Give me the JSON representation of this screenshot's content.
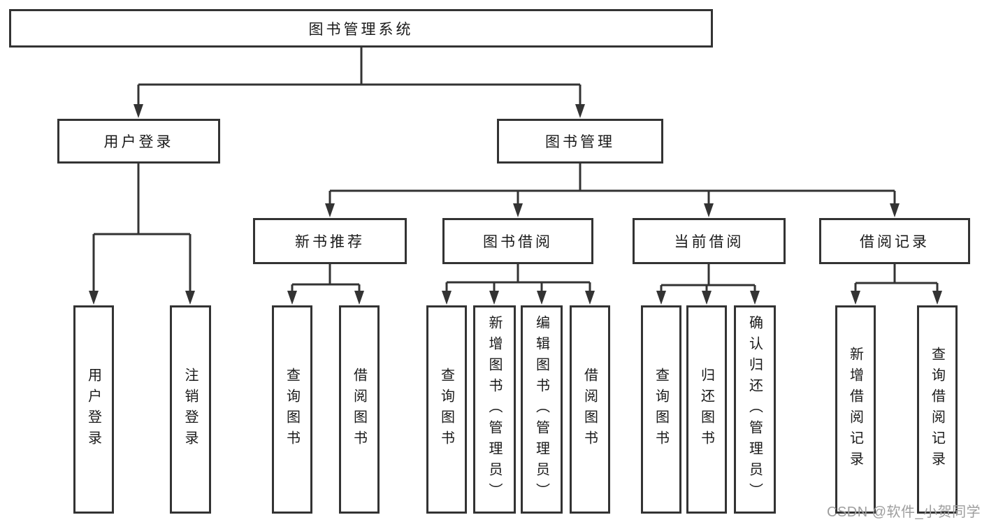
{
  "watermark": "CSDN @软件_小贺同学",
  "colors": {
    "line": "#333333",
    "box_border": "#333333",
    "text": "#1a1a1a",
    "watermark_text": "#9e9e9e",
    "background": "#ffffff"
  },
  "diagram": {
    "title_node": "图书管理系统",
    "level2": {
      "user_login": "用户登录",
      "book_mgmt": "图书管理"
    },
    "level3": {
      "new_book": "新书推荐",
      "book_borrow": "图书借阅",
      "current_borrow": "当前借阅",
      "borrow_record": "借阅记录"
    },
    "leaves": {
      "user_login": [
        "用户登录",
        "注销登录"
      ],
      "new_book": [
        "查询图书",
        "借阅图书"
      ],
      "book_borrow": [
        "查询图书",
        "新增图书（管理员）",
        "编辑图书（管理员）",
        "借阅图书"
      ],
      "current_borrow": [
        "查询图书",
        "归还图书",
        "确认归还（管理员）"
      ],
      "borrow_record": [
        "新增借阅记录",
        "查询借阅记录"
      ]
    }
  }
}
